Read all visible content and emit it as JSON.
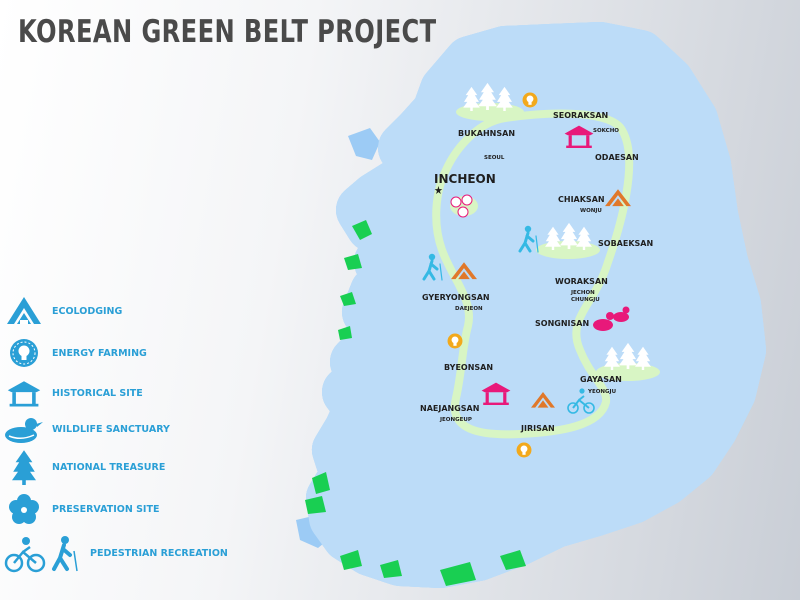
{
  "title": "KOREAN GREEN BELT PROJECT",
  "colors": {
    "land": "#19cf52",
    "water": "#9ccbf5",
    "route": "#d8f5c4",
    "legend_icon": "#2a9fd6",
    "historical": "#e8197a",
    "ecolodging": "#e0782a",
    "energy": "#f2a91c",
    "pedestrian": "#35b9e4"
  },
  "map_labels": {
    "incheon": "INCHEON",
    "seoraksan": "SEORAKSAN",
    "sokcho": "SOKCHO",
    "odaesan": "ODAESAN",
    "bukahnsan": "BUKAHNSAN",
    "seoul": "SEOUL",
    "chiaksan": "CHIAKSAN",
    "wonju": "WONJU",
    "sobaeksan": "SOBAEKSAN",
    "woraksan": "WORAKSAN",
    "jechon": "JECHON",
    "chungju": "CHUNGJU",
    "songnisan": "SONGNISAN",
    "gyeryongsan": "GYERYONGSAN",
    "daejeon": "DAEJEON",
    "byeonsan": "BYEONSAN",
    "gayasan": "GAYASAN",
    "yeongju": "YEONGJU",
    "naejangsan": "NAEJANGSAN",
    "jeongeup": "JEONGEUP",
    "jirisan": "JIRISAN"
  },
  "legend": [
    {
      "label": "ECOLODGING",
      "icon": "ecolodge-icon"
    },
    {
      "label": "ENERGY FARMING",
      "icon": "lightbulb-icon"
    },
    {
      "label": "HISTORICAL SITE",
      "icon": "pavilion-icon"
    },
    {
      "label": "WILDLIFE SANCTUARY",
      "icon": "duck-icon"
    },
    {
      "label": "NATIONAL TREASURE",
      "icon": "tree-icon"
    },
    {
      "label": "PRESERVATION SITE",
      "icon": "flower-icon"
    },
    {
      "label": "PEDESTRIAN RECREATION",
      "icon": "hiker-cyclist-icon"
    }
  ]
}
